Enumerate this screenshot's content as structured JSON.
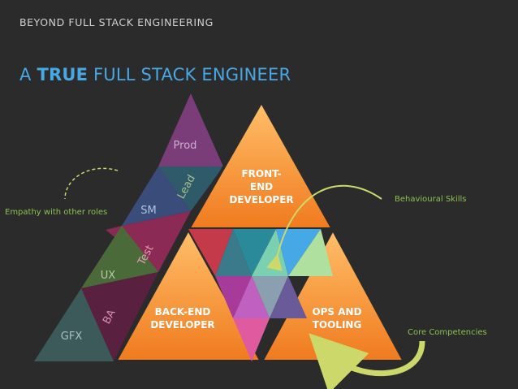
{
  "header": {
    "section": "BEYOND FULL STACK ENGINEERING"
  },
  "title": {
    "prefix": "A ",
    "emphasis": "TRUE",
    "rest": " FULL STACK ENGINEER"
  },
  "side_triangle": {
    "roles": [
      "Prod",
      "Lead",
      "SM",
      "Test",
      "UX",
      "BA",
      "GFX"
    ]
  },
  "main_triangle": {
    "top": [
      "FRONT-",
      "END",
      "DEVELOPER"
    ],
    "left": [
      "BACK-END",
      "DEVELOPER"
    ],
    "right": [
      "OPS AND",
      "TOOLING"
    ]
  },
  "annotations": {
    "empathy": "Empathy with other roles",
    "behavioural": "Behavioural Skills",
    "core": "Core Competencies"
  },
  "colors": {
    "background": "#2b2b2b",
    "accent_blue": "#47a8e6",
    "annotation_green": "#8cc152",
    "orange_light": "#ffc06a",
    "orange_dark": "#f07a1e"
  }
}
